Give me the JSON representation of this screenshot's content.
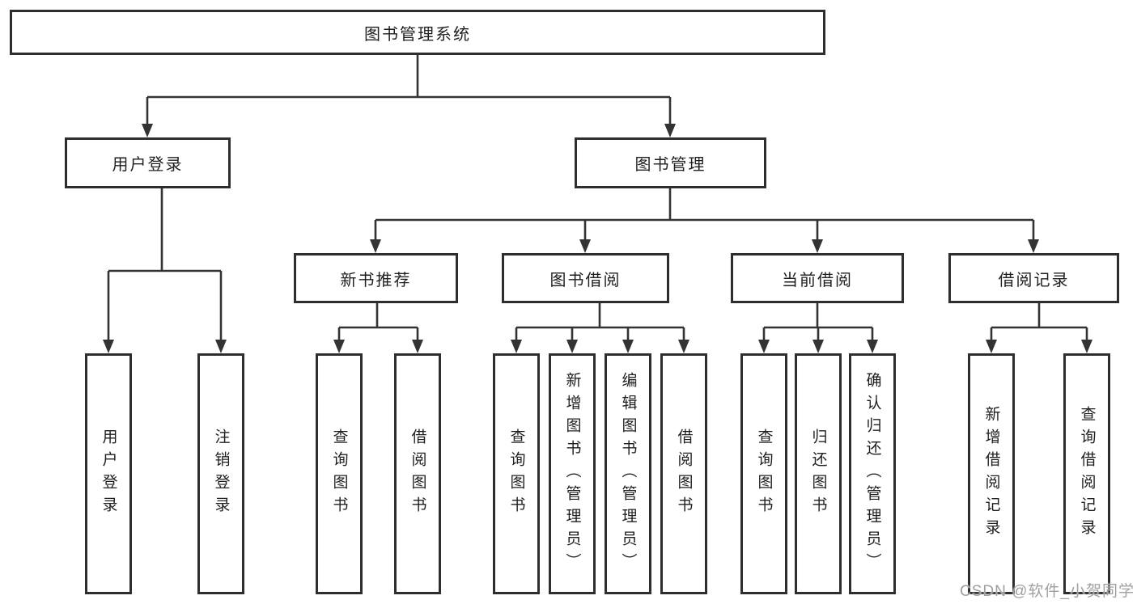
{
  "colors": {
    "line": "#333333",
    "box_border": "#2e2e2e",
    "box_fill": "#ffffff",
    "text": "#1f1f1f",
    "watermark": "#a0a0a0"
  },
  "watermark": {
    "text": "CSDN @软件_小贺同学"
  },
  "nodes": {
    "root": "图书管理系统",
    "user_login_branch": "用户登录",
    "book_mgmt_branch": "图书管理",
    "new_book_rec": "新书推荐",
    "book_borrow": "图书借阅",
    "current_borrow": "当前借阅",
    "borrow_records": "借阅记录",
    "leaf_user_login": "用户登录",
    "leaf_logout": "注销登录",
    "leaf_nbr_query": "查询图书",
    "leaf_nbr_borrow": "借阅图书",
    "leaf_bb_query": "查询图书",
    "leaf_bb_add": "新增图书（管理员）",
    "leaf_bb_edit": "编辑图书（管理员）",
    "leaf_bb_borrow": "借阅图书",
    "leaf_cb_query": "查询图书",
    "leaf_cb_return": "归还图书",
    "leaf_cb_confirm": "确认归还（管理员）",
    "leaf_br_add": "新增借阅记录",
    "leaf_br_query": "查询借阅记录"
  }
}
